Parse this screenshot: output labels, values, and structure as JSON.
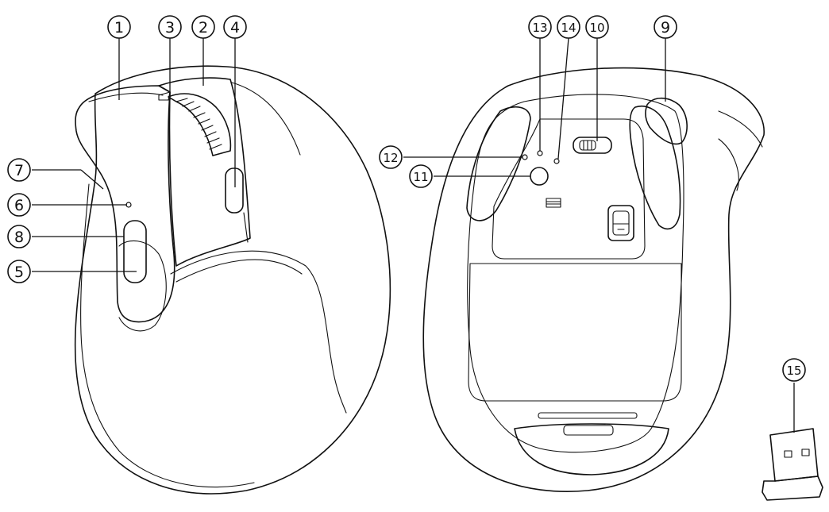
{
  "callouts": [
    {
      "id": "c1",
      "num": "1"
    },
    {
      "id": "c2",
      "num": "2"
    },
    {
      "id": "c3",
      "num": "3"
    },
    {
      "id": "c4",
      "num": "4"
    },
    {
      "id": "c5",
      "num": "5"
    },
    {
      "id": "c6",
      "num": "6"
    },
    {
      "id": "c7",
      "num": "7"
    },
    {
      "id": "c8",
      "num": "8"
    },
    {
      "id": "c9",
      "num": "9"
    },
    {
      "id": "c10",
      "num": "10"
    },
    {
      "id": "c11",
      "num": "11"
    },
    {
      "id": "c12",
      "num": "12"
    },
    {
      "id": "c13",
      "num": "13"
    },
    {
      "id": "c14",
      "num": "14"
    },
    {
      "id": "c15",
      "num": "15"
    }
  ]
}
